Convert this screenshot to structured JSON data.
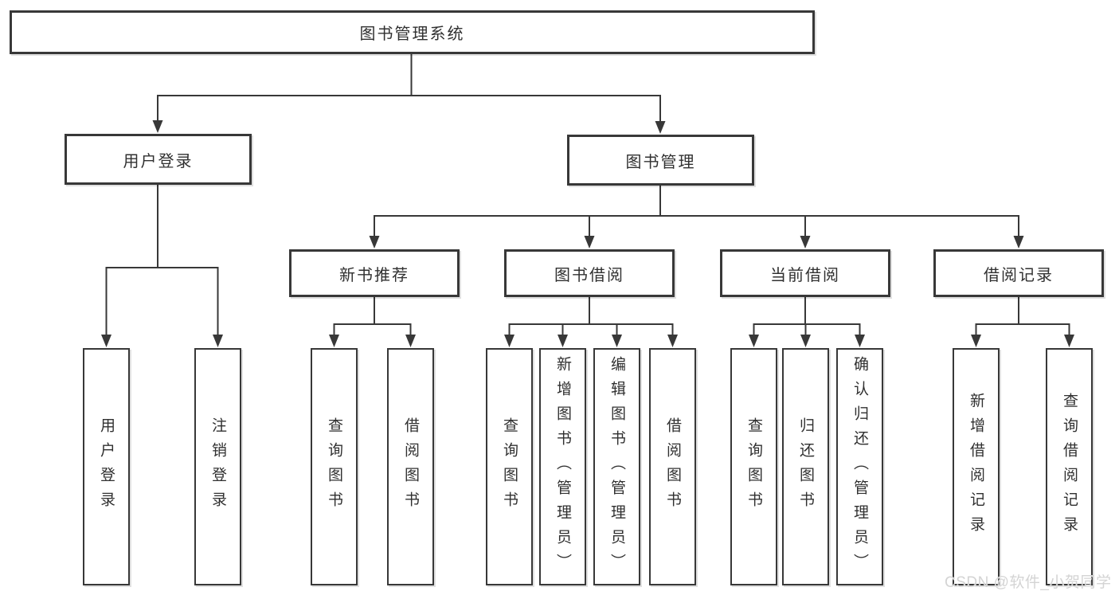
{
  "tree": {
    "label": "图书管理系统",
    "children": [
      {
        "label": "用户登录",
        "children": [
          {
            "label": "用户登录"
          },
          {
            "label": "注销登录"
          }
        ]
      },
      {
        "label": "图书管理",
        "children": [
          {
            "label": "新书推荐",
            "children": [
              {
                "label": "查询图书"
              },
              {
                "label": "借阅图书"
              }
            ]
          },
          {
            "label": "图书借阅",
            "children": [
              {
                "label": "查询图书"
              },
              {
                "label": "新增图书（管理员）"
              },
              {
                "label": "编辑图书（管理员）"
              },
              {
                "label": "借阅图书"
              }
            ]
          },
          {
            "label": "当前借阅",
            "children": [
              {
                "label": "查询图书"
              },
              {
                "label": "归还图书"
              },
              {
                "label": "确认归还（管理员）"
              }
            ]
          },
          {
            "label": "借阅记录",
            "children": [
              {
                "label": "新增借阅记录"
              },
              {
                "label": "查询借阅记录"
              }
            ]
          }
        ]
      }
    ]
  },
  "watermark": {
    "text": "CSDN @软件_小贺同学"
  },
  "colors": {
    "line": "#383838",
    "text": "#303030",
    "watermark": "#d4d4d4",
    "background": "#ffffff"
  }
}
